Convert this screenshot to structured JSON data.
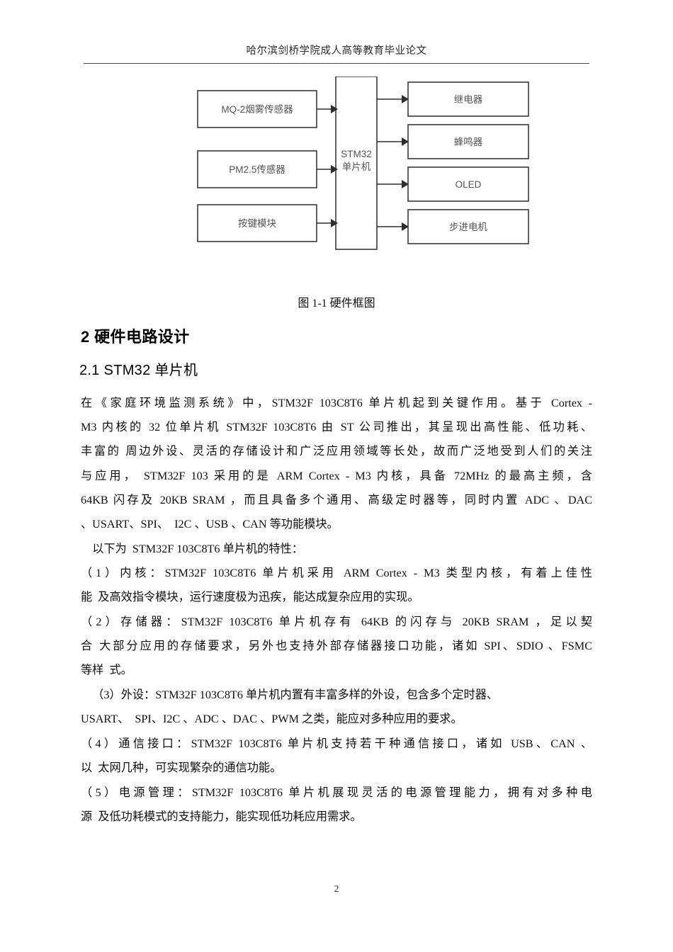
{
  "header": {
    "title": "哈尔滨剑桥学院成人高等教育毕业论文"
  },
  "figure": {
    "caption": "图  1-1  硬件框图",
    "center_block": {
      "line1": "STM32",
      "line2": "单片机"
    },
    "inputs": [
      {
        "label": "MQ-2烟雾传感器"
      },
      {
        "label": "PM2.5传感器"
      },
      {
        "label": "按键模块"
      }
    ],
    "outputs": [
      {
        "label": "继电器"
      },
      {
        "label": "蜂鸣器"
      },
      {
        "label": "OLED"
      },
      {
        "label": "步进电机"
      }
    ]
  },
  "headings": {
    "h1": "2  硬件电路设计",
    "h2": "2.1 STM32 单片机"
  },
  "paragraphs": {
    "p1": {
      "l1": "    在《家庭环境监测系统》中，STM32F 103C8T6 单片机起到关键作用。基于  Cortex -",
      "l2": "M3  内核的  32 位单片机  STM32F 103C8T6  由  ST  公司推出，其呈现出高性能、低功耗、",
      "l3": "丰富的  周边外设、灵活的存储设计和广泛应用领域等长处，故而广泛地受到人们的关注",
      "l4": "与应用，   STM32F 103 采用的是  ARM Cortex - M3  内核，具备  72MHz  的最高主频，含",
      "l5": "64KB 闪存及   20KB SRAM ，而且具备多个通用、高级定时器等，同时内置 ADC 、DAC",
      "l6": "、USART、SPI、  I2C 、USB 、CAN 等功能模块。"
    },
    "p2": {
      "l1": "    以下为  STM32F 103C8T6 单片机的特性："
    },
    "p3": {
      "l1": "    （1）内核：STM32F 103C8T6 单片机采用  ARM Cortex - M3 类型内核，有着上佳性",
      "l2": "能  及高效指令模块，运行速度极为迅疾，能达成复杂应用的实现。"
    },
    "p4": {
      "l1": "    （2）存储器：STM32F 103C8T6 单片机存有  64KB  的闪存与  20KB SRAM ，足以契",
      "l2": "合  大部分应用的存储要求，另外也支持外部存储器接口功能，诸如  SPI、SDIO 、FSMC",
      "l3": "等样  式。"
    },
    "p5": {
      "l1": "    （3）外设：STM32F 103C8T6 单片机内置有丰富多样的外设，包含多个定时器、",
      "l2": "USART、  SPI、I2C 、ADC 、DAC 、PWM 之类，能应对多种应用的要求。"
    },
    "p6": {
      "l1": "    （4）通信接口：STM32F 103C8T6 单片机支持若干种通信接口，诸如 USB、CAN 、",
      "l2": "以  太网几种，可实现繁杂的通信功能。"
    },
    "p7": {
      "l1": "    （5）电源管理：STM32F 103C8T6 单片机展现灵活的电源管理能力，拥有对多种电",
      "l2": "源  及低功耗模式的支持能力，能实现低功耗应用需求。"
    }
  },
  "footer": {
    "page_number": "2"
  },
  "colors": {
    "text": "#0d0d0d",
    "rule": "#4a4a4a",
    "diagram_stroke": "#3a3a3a",
    "diagram_text": "#555555"
  }
}
